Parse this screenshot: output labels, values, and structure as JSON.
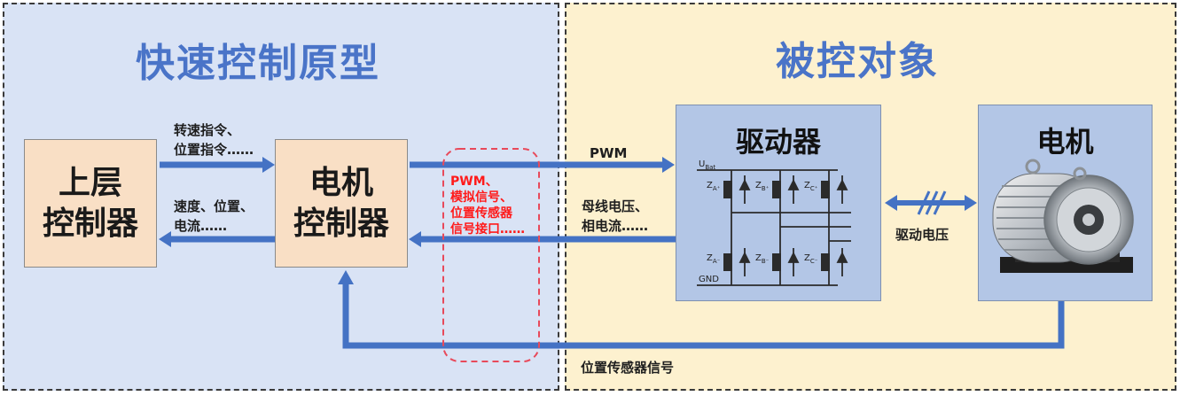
{
  "regions": {
    "rcp_title": "快速控制原型",
    "plant_title": "被控对象"
  },
  "blocks": {
    "upper_controller": [
      "上层",
      "控制器"
    ],
    "motor_controller": [
      "电机",
      "控制器"
    ],
    "driver_title": "驱动器",
    "motor_title": "电机"
  },
  "labels": {
    "cmd": [
      "转速指令、",
      "位置指令……"
    ],
    "feedback": [
      "速度、位置、",
      "电流……"
    ],
    "interface": [
      "PWM、",
      "模拟信号、",
      "位置传感器",
      "信号接口……"
    ],
    "pwm": "PWM",
    "bus": [
      "母线电压、",
      "相电流……"
    ],
    "drive_voltage": "驱动电压",
    "position_signal": "位置传感器信号"
  },
  "circuit": {
    "ubat_main": "U",
    "ubat_sub": "Bat",
    "gnd": "GND",
    "z_top": [
      {
        "m": "Z",
        "s": "A⁺"
      },
      {
        "m": "Z",
        "s": "B⁺"
      },
      {
        "m": "Z",
        "s": "C⁺"
      }
    ],
    "z_bot": [
      {
        "m": "Z",
        "s": "A⁻"
      },
      {
        "m": "Z",
        "s": "B⁻"
      },
      {
        "m": "Z",
        "s": "C⁻"
      }
    ]
  },
  "colors": {
    "arrow": "#4472c4",
    "rcp_bg": "#d9e3f5",
    "plant_bg": "#fdf1cf",
    "interface_highlight": "#e8495a"
  }
}
